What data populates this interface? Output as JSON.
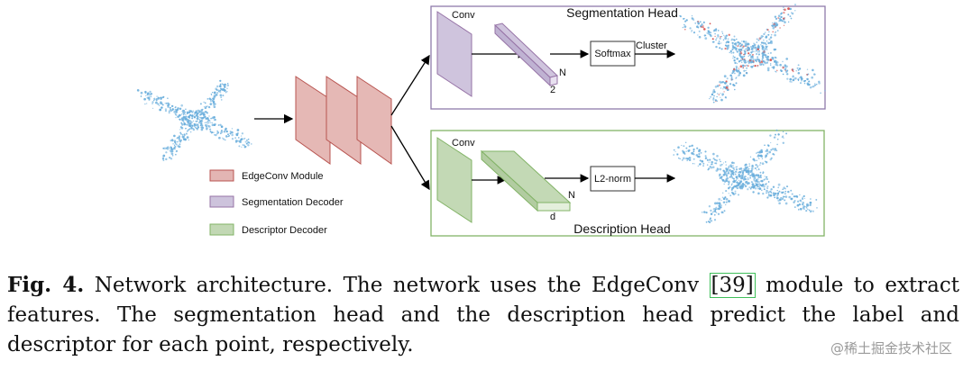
{
  "seg_head": {
    "title": "Segmentation Head",
    "conv_label": "Conv",
    "n_label": "N",
    "dim_label": "2",
    "softmax_label": "Softmax",
    "output_label": "Cluster"
  },
  "desc_head": {
    "title": "Description Head",
    "conv_label": "Conv",
    "n_label": "N",
    "dim_label": "d",
    "norm_label": "L2-norm"
  },
  "legend": [
    {
      "label": "EdgeConv Module",
      "color": "#e3b5b3"
    },
    {
      "label": "Segmentation Decoder",
      "color": "#cdc3dc"
    },
    {
      "label": "Descriptor Decoder",
      "color": "#c2d8b4"
    }
  ],
  "colors": {
    "edgeconv_fill": "#e5b8b5",
    "edgeconv_stroke": "#b85450",
    "seg_fill": "#cfc4dd",
    "seg_stroke": "#9673a6",
    "desc_fill": "#c3d9b5",
    "desc_stroke": "#82b366",
    "point_blue": "#6aaedc"
  },
  "caption": {
    "fig_label": "Fig. 4.",
    "text_a": " Network architecture. The network uses the EdgeConv ",
    "ref": "[39]",
    "text_b": " module to extract features. The segmentation head and the description head predict the label and descriptor for each point, respectively."
  },
  "watermark": "@稀土掘金技术社区"
}
